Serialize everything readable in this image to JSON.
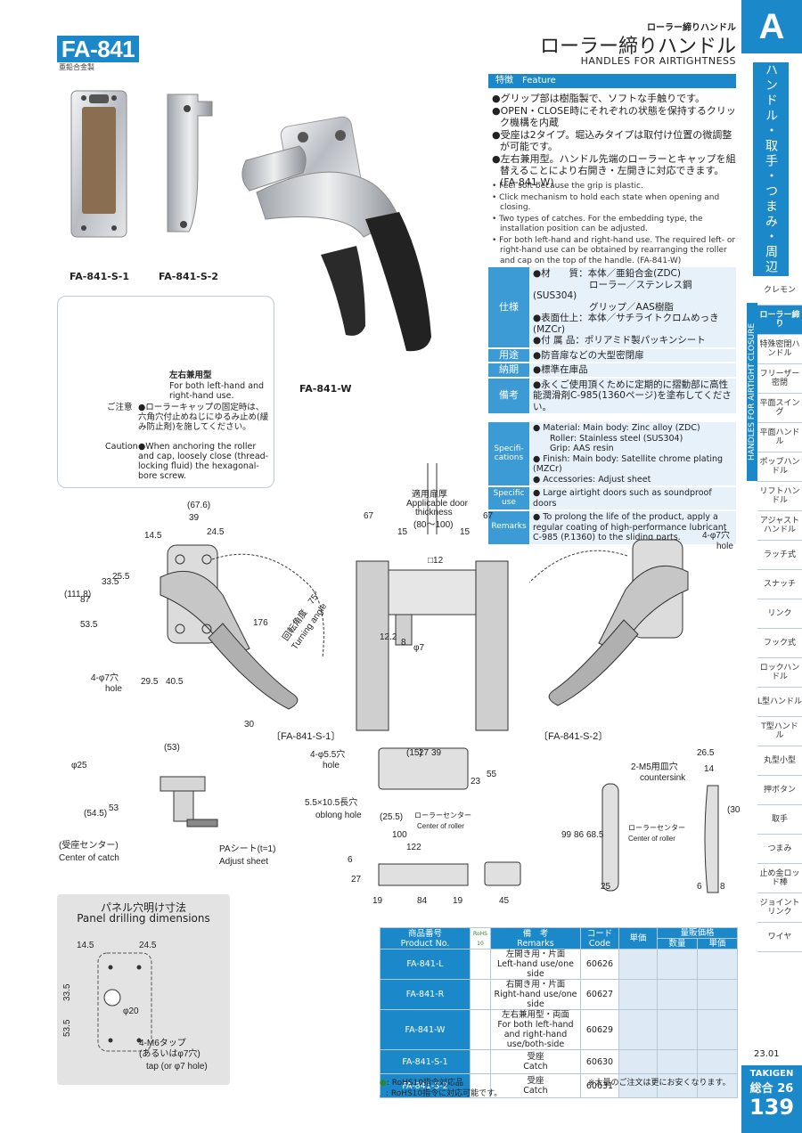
{
  "header": {
    "model": "FA-841",
    "material": "亜鉛合金製",
    "category_small": "ローラー締りハンドル",
    "title_jp": "ローラー締りハンドル",
    "title_en": "HANDLES FOR AIRTIGHTNESS"
  },
  "sidebar": {
    "letter": "A",
    "group_jp": "ハンドル・取手・つまみ・周辺機器",
    "strip_en": "HANDLES FOR AIRTIGHT CLOSURE",
    "items": [
      "クレモン",
      "ローラー締り",
      "特殊密閉ハンドル",
      "フリーザー密閉",
      "平面スイング",
      "平面ハンドル",
      "ポップハンドル",
      "リフトハンドル",
      "アジャストハンドル",
      "ラッチ式",
      "スナッチ",
      "リンク",
      "フック式",
      "ロックハンドル",
      "L型ハンドル",
      "T型ハンドル",
      "丸型小型",
      "押ボタン",
      "取手",
      "つまみ",
      "止め金ロッド棒",
      "ジョイントリンク",
      "ワイヤ"
    ],
    "active_index": 1
  },
  "feature": {
    "title": "特徴　Feature",
    "jp": [
      "グリップ部は樹脂製で、ソフトな手触りです。",
      "OPEN・CLOSE時にそれぞれの状態を保持するクリック機構を内蔵",
      "受座は2タイプ。堀込みタイプは取付け位置の微調整が可能です。",
      "左右兼用型。ハンドル先端のローラーとキャップを組替えることにより右開き・左開きに対応できます。(FA-841-W)"
    ],
    "en": [
      "Feel soft because the grip is plastic.",
      "Click mechanism to hold each state when opening and closing.",
      "Two types of catches. For the embedding type, the installation position can be adjusted.",
      "For both left-hand and right-hand use. The required left- or right-hand use can be obtained by rearranging the roller and cap on the top of the handle. (FA-841-W)"
    ]
  },
  "spec_jp": [
    {
      "label": "仕様",
      "lines": [
        "●材　　質：本体／亜鉛合金(ZDC)",
        "　　　　　　ローラー／ステンレス鋼(SUS304)",
        "　　　　　　グリップ／AAS樹脂",
        "●表面仕上：本体／サチライトクロムめっき(MZCr)",
        "●付 属 品：ポリアミド製パッキンシート"
      ]
    },
    {
      "label": "用途",
      "lines": [
        "●防音扉などの大型密閉扉"
      ]
    },
    {
      "label": "納期",
      "lines": [
        "●標準在庫品"
      ]
    },
    {
      "label": "備考",
      "lines": [
        "●永くご使用頂くために定期的に摺動部に高性能潤滑剤C-985(1360ページ)を塗布してください。"
      ]
    }
  ],
  "spec_en": [
    {
      "label": "Specifi-cations",
      "lines": [
        "● Material: Main body: Zinc alloy (ZDC)",
        "　　Roller: Stainless steel (SUS304)",
        "　　Grip: AAS resin",
        "● Finish: Main body: Satellite chrome  plating (MZCr)",
        "● Accessories: Adjust sheet"
      ]
    },
    {
      "label": "Specific use",
      "lines": [
        "● Large airtight doors such as soundproof doors"
      ]
    },
    {
      "label": "Remarks",
      "lines": [
        "● To prolong the life of the product, apply a regular coating of high-performance lubricant C-985 (P.1360) to the sliding parts."
      ]
    }
  ],
  "photos": {
    "s1": "FA-841-S-1",
    "s2": "FA-841-S-2",
    "w": "FA-841-W"
  },
  "caution": {
    "both_jp": "左右兼用型",
    "both_en": "For both left-hand and right-hand use.",
    "note_label_jp": "ご注意",
    "note_jp": "●ローラーキャップの固定時は、六角穴付止めねじにゆるみ止め(緩み防止剤)を施してください。",
    "note_label_en": "Caution",
    "note_en": "●When anchoring the roller and cap, loosely close (thread-locking fluid) the hexagonal-bore screw."
  },
  "drawing": {
    "door_jp": "適用扉厚",
    "door_en1": "Applicable door",
    "door_en2": "thickness",
    "door_range": "(80～100)",
    "dims": [
      "(67.6)",
      "39",
      "24.5",
      "14.5",
      "(111.8)",
      "87",
      "53.5",
      "33.5",
      "25.5",
      "176",
      "29.5",
      "40.5",
      "30",
      "67",
      "67",
      "15",
      "15",
      "□12",
      "12.2",
      "8",
      "φ7",
      "4-φ7穴",
      "hole",
      "4-φ7穴",
      "hole",
      "(53)",
      "φ25",
      "(54.5)",
      "53",
      "4-φ5.5穴",
      "hole",
      "(15)",
      "27",
      "39",
      "23",
      "55",
      "5.5×10.5長穴",
      "oblong hole",
      "(25.5)",
      "100",
      "122",
      "6",
      "27",
      "19",
      "84",
      "19",
      "45",
      "2-M5用皿穴",
      "countersink",
      "26.5",
      "14",
      "(30)",
      "99",
      "86",
      "68.5",
      "25",
      "6",
      "8"
    ],
    "turning_jp": "回転角度　75°",
    "turning_en": "Turning angle",
    "roller_jp": "ローラーセンター",
    "roller_en": "Center of roller",
    "catch_jp": "(受座センター)",
    "catch_en": "Center of catch",
    "pa_jp": "PAシート(t=1)",
    "pa_en": "Adjust sheet",
    "label_s1": "〔FA-841-S-1〕",
    "label_s2": "〔FA-841-S-2〕"
  },
  "drilling": {
    "title_jp": "パネル穴明け寸法",
    "title_en": "Panel drilling dimensions",
    "d1": "14.5",
    "d2": "24.5",
    "d3": "33.5",
    "d4": "53.5",
    "hole": "φ20",
    "tap_jp": "4-M6タップ",
    "tap_jp2": "(あるいはφ7穴)",
    "tap_en": "tap (or  φ7 hole)"
  },
  "table": {
    "h_product_jp": "商品番号",
    "h_product_en": "Product No.",
    "h_rohs": "RoHS",
    "h_rohs2": "10",
    "h_remarks_jp": "備　考",
    "h_remarks_en": "Remarks",
    "h_code_jp": "コード",
    "h_code_en": "Code",
    "h_price": "単価",
    "h_bulk": "量販価格",
    "h_qty": "数量",
    "h_unit": "単価",
    "rows": [
      {
        "no": "FA-841-L",
        "jp": "左開き用・片面",
        "en": "Left-hand use/one side",
        "code": "60626"
      },
      {
        "no": "FA-841-R",
        "jp": "右開き用・片面",
        "en": "Right-hand use/one side",
        "code": "60627"
      },
      {
        "no": "FA-841-W",
        "jp": "左右兼用型・両面",
        "en": "For both left-hand and right-hand use/both-side",
        "code": "60629"
      },
      {
        "no": "FA-841-S-1",
        "jp": "受座",
        "en": "Catch",
        "code": "60630"
      },
      {
        "no": "FA-841-S-2",
        "jp": "受座",
        "en": "Catch",
        "code": "60631"
      }
    ]
  },
  "notes": {
    "rohs_ok": ": RoHS10指令対応品",
    "rohs_possible": ": RoHS10指令に対応可能です。",
    "bulk": "※大量のご注文は更にお安くなります。"
  },
  "footer": {
    "date": "23.01",
    "brand": "TAKIGEN",
    "sogo": "総合",
    "sogo_num": "26",
    "page": "139"
  },
  "colors": {
    "accent": "#1a88c9",
    "light": "#e6f1fa"
  }
}
